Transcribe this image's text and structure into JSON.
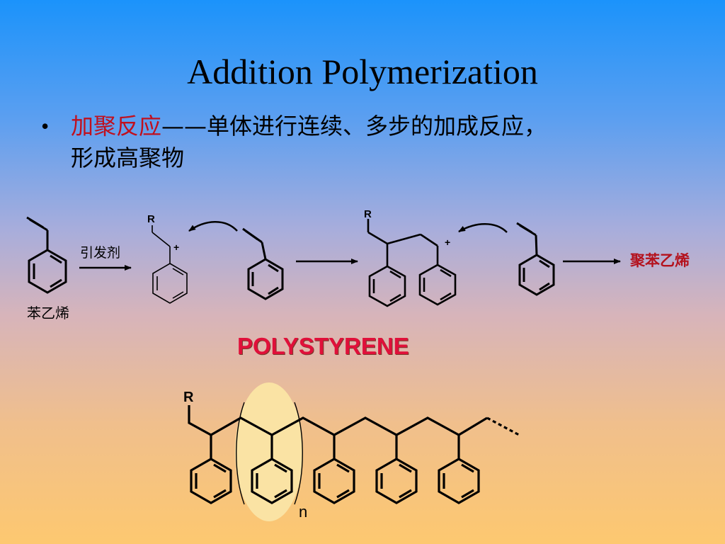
{
  "slide": {
    "title": "Addition Polymerization",
    "bullet": {
      "symbol": "•",
      "term": "加聚反应",
      "definition": "——单体进行连续、多步的加成反应，",
      "continuation": "形成高聚物"
    }
  },
  "reaction_scheme": {
    "styrene_label": "苯乙烯",
    "initiator_label": "引发剂",
    "product_label": "聚苯乙烯",
    "initiator_group": "R",
    "carbocation_charge": "+"
  },
  "polymer": {
    "title": "POLYSTYRENE",
    "end_group": "R",
    "repeat_subscript": "n"
  },
  "colors": {
    "background_top": "#1b93fb",
    "background_bottom": "#fdc870",
    "term_red": "#c0101e",
    "polystyrene_red": "#e0103a",
    "highlight": "#fae3a4"
  }
}
